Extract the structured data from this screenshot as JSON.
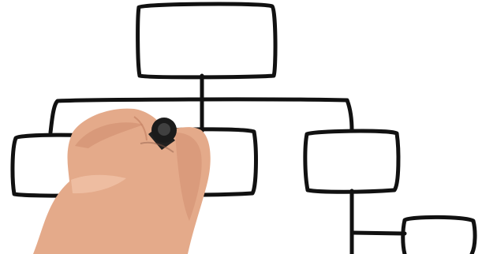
{
  "scene": {
    "background": "#ffffff",
    "ink": "#111111",
    "skin": "#e4aa8a",
    "skin_shadow": "#c98566",
    "marker": "#1b1b1b"
  },
  "diagram": {
    "nodes": [
      {
        "id": "root",
        "label": ""
      },
      {
        "id": "child-left",
        "label": ""
      },
      {
        "id": "child-middle",
        "label": ""
      },
      {
        "id": "child-right",
        "label": ""
      },
      {
        "id": "grandchild",
        "label": ""
      }
    ]
  }
}
